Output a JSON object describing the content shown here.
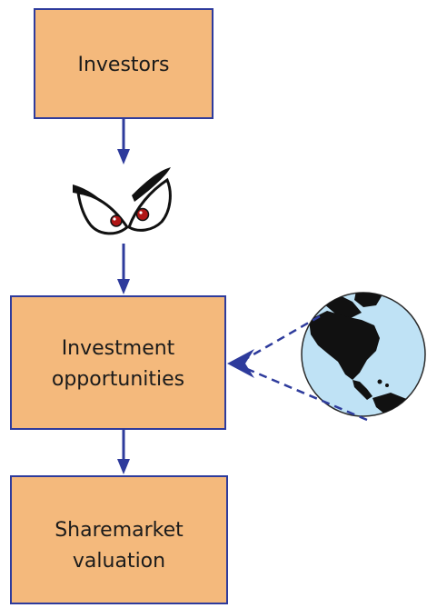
{
  "diagram": {
    "nodes": [
      {
        "id": "investors",
        "label_lines": [
          "Investors"
        ]
      },
      {
        "id": "investment-opportunities",
        "label_lines": [
          "Investment",
          "opportunities"
        ]
      },
      {
        "id": "sharemarket-valuation",
        "label_lines": [
          "Sharemarket",
          "valuation"
        ]
      }
    ],
    "edges": [
      {
        "from": "investors",
        "to": "investment-opportunities",
        "style": "solid",
        "via_icon": "watching-eyes-icon"
      },
      {
        "from": "investment-opportunities",
        "to": "sharemarket-valuation",
        "style": "solid"
      },
      {
        "from": "globe-icon",
        "to": "investment-opportunities",
        "style": "dashed",
        "count": 2
      }
    ],
    "colors": {
      "box_fill": "#f4b97c",
      "box_stroke": "#2e3b9c",
      "arrow": "#2e3b9c",
      "globe_ocean": "#bfe2f5",
      "globe_land": "#111111"
    },
    "icons": [
      "watching-eyes-icon",
      "globe-icon"
    ]
  }
}
